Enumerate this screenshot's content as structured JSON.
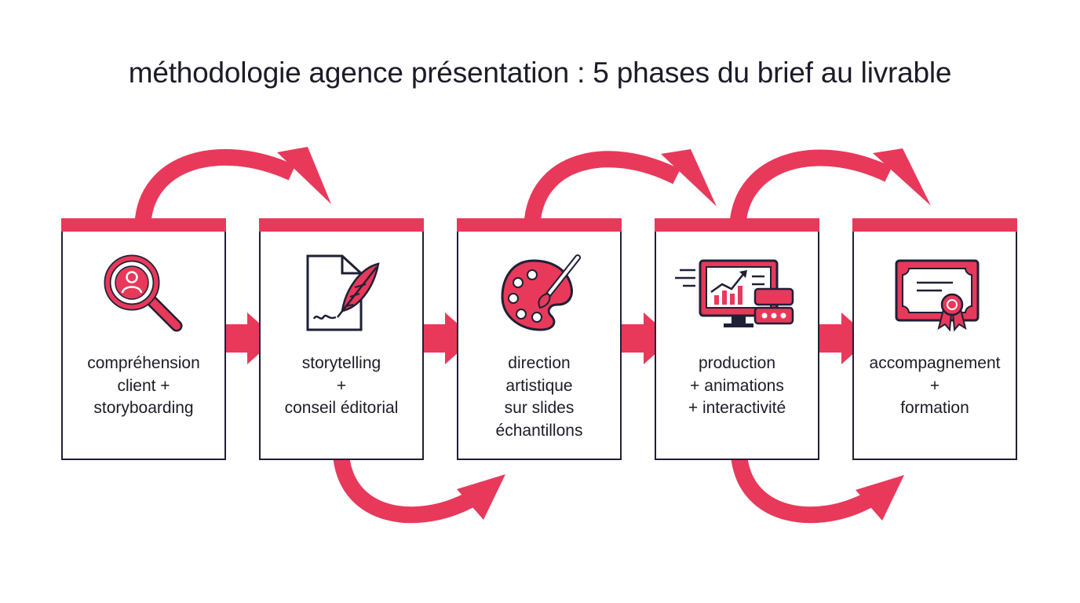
{
  "title": "méthodologie agence présentation : 5 phases du brief au livrable",
  "colors": {
    "accent": "#e8395a",
    "outline": "#1f2035",
    "text": "#1c1c28"
  },
  "phases": [
    {
      "icon": "magnifier-user-icon",
      "lines": [
        "compréhension",
        "client +",
        "storyboarding"
      ]
    },
    {
      "icon": "document-quill-icon",
      "lines": [
        "storytelling",
        "+",
        "conseil éditorial"
      ]
    },
    {
      "icon": "palette-brush-icon",
      "lines": [
        "direction",
        "artistique",
        "sur slides",
        "échantillons"
      ]
    },
    {
      "icon": "monitor-chart-icon",
      "lines": [
        "production",
        "+ animations",
        "+ interactivité"
      ]
    },
    {
      "icon": "certificate-icon",
      "lines": [
        "accompagnement",
        "+",
        "formation"
      ]
    }
  ]
}
